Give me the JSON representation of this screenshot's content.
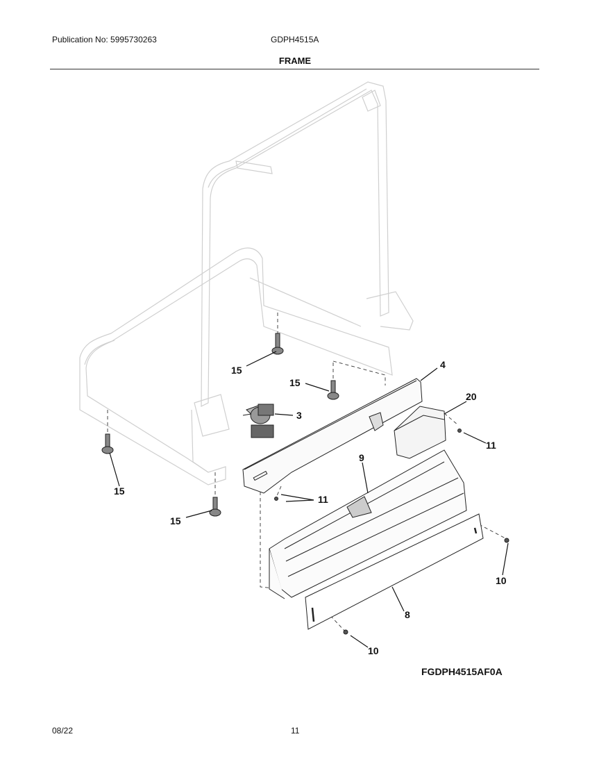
{
  "header": {
    "publication": "Publication No: 5995730263",
    "model": "GDPH4515A",
    "section_title": "FRAME"
  },
  "figure": {
    "code": "FGDPH4515AF0A",
    "callouts": [
      "15",
      "15",
      "4",
      "3",
      "20",
      "11",
      "9",
      "15",
      "11",
      "15",
      "10",
      "8",
      "10"
    ]
  },
  "footer": {
    "date": "08/22",
    "page": "11"
  }
}
